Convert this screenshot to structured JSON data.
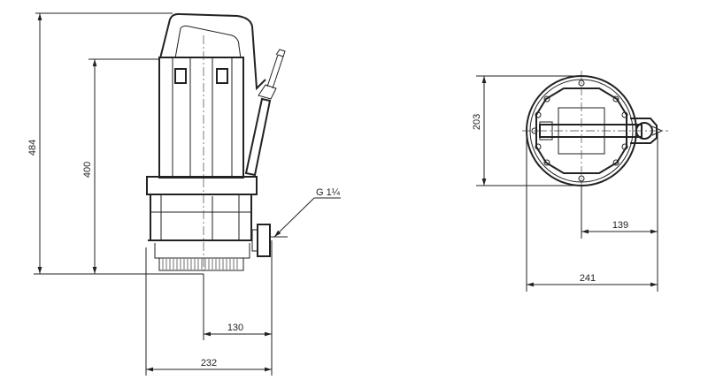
{
  "side_view": {
    "dim_total_height": "484",
    "dim_height_to_outlet_top": "400",
    "outlet_thread": "G 1¼",
    "dim_axis_to_outlet": "130",
    "dim_width": "232"
  },
  "top_view": {
    "dim_depth": "203",
    "dim_center_to_outlet": "139",
    "dim_overall_width": "241"
  },
  "colors": {
    "line": "#222222",
    "background": "#ffffff"
  }
}
